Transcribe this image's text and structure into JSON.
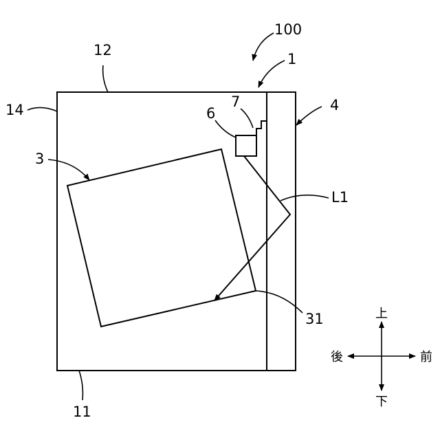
{
  "labels": {
    "apparatus": "100",
    "enclosure": "1",
    "top_panel": "12",
    "side_panel": "14",
    "front_wall": "4",
    "light_source": "6",
    "bracket": "7",
    "object": "3",
    "light_path": "L1",
    "object_edge": "31",
    "bottom_panel": "11"
  },
  "directions": {
    "up": "上",
    "down": "下",
    "back": "後",
    "front": "前"
  },
  "colors": {
    "line": "#000000",
    "background": "#ffffff"
  }
}
